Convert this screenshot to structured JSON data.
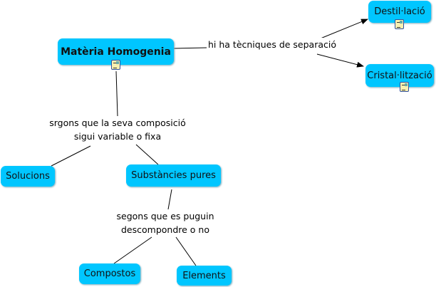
{
  "nodes": {
    "materia": "Matèria Homogenia",
    "destilacio": "Destil·lació",
    "cristal": "Cristal·lització",
    "solucions": "Solucions",
    "substancies": "Substàncies pures",
    "compostos": "Compostos",
    "elements": "Elements"
  },
  "links": {
    "separacio": "hi ha tècniques de separació",
    "composicio_1": "srgons que la seva composició",
    "composicio_2": "sigui variable o fixa",
    "descompondre_1": "segons que es puguin",
    "descompondre_2": "descompondre o no"
  },
  "colors": {
    "node": "#00c6ff"
  }
}
